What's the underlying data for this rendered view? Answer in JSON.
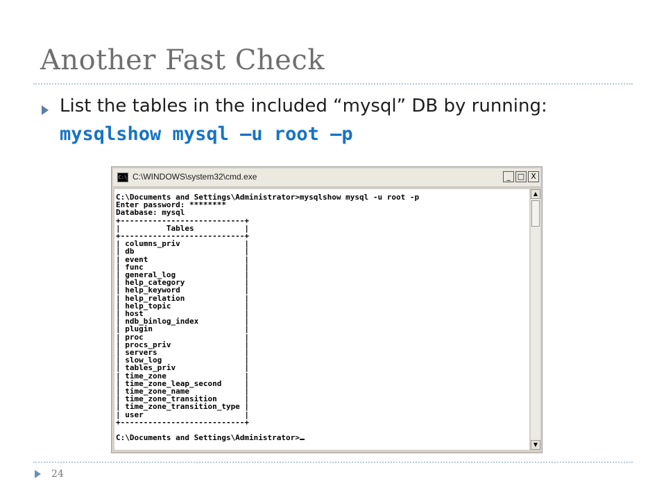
{
  "slide": {
    "title": "Another Fast Check",
    "bullet_text": "List the tables in the included “mysql” DB by running:",
    "bullet_command": "mysqlshow mysql –u root –p",
    "slide_number": "24"
  },
  "cmd_window": {
    "title": "C:\\WINDOWS\\system32\\cmd.exe",
    "buttons": {
      "minimize": "_",
      "maximize": "□",
      "close": "X"
    },
    "icon_label": "C:\\",
    "lines": [
      "C:\\Documents and Settings\\Administrator>mysqlshow mysql -u root -p",
      "Enter password: ********",
      "Database: mysql",
      "+---------------------------+",
      "|          Tables           |",
      "+---------------------------+",
      "| columns_priv              |",
      "| db                        |",
      "| event                     |",
      "| func                      |",
      "| general_log               |",
      "| help_category             |",
      "| help_keyword              |",
      "| help_relation             |",
      "| help_topic                |",
      "| host                      |",
      "| ndb_binlog_index          |",
      "| plugin                    |",
      "| proc                      |",
      "| procs_priv                |",
      "| servers                   |",
      "| slow_log                  |",
      "| tables_priv               |",
      "| time_zone                 |",
      "| time_zone_leap_second     |",
      "| time_zone_name            |",
      "| time_zone_transition      |",
      "| time_zone_transition_type |",
      "| user                      |",
      "+---------------------------+",
      "",
      "C:\\Documents and Settings\\Administrator>"
    ]
  }
}
